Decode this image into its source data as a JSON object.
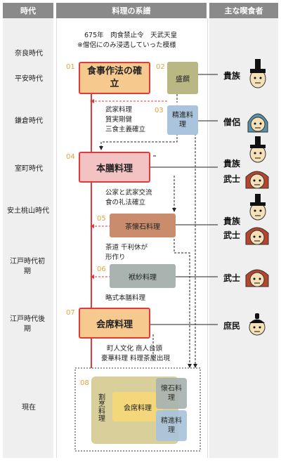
{
  "header": {
    "col1": "時代",
    "col2": "料理の系譜",
    "col3": "主な喫食者"
  },
  "eras": [
    "奈良時代",
    "平安時代",
    "鎌倉時代",
    "室町時代",
    "安土桃山時代",
    "江戸時代初期",
    "江戸時代後期",
    "現在"
  ],
  "top_note": {
    "line1": "675年　肉食禁止令　天武天皇",
    "line2": "※僧侶にのみ浸透していった模様"
  },
  "nodes": {
    "n01": {
      "num": "01",
      "label": "食事作法の確立"
    },
    "n02": {
      "num": "02",
      "label": "盛饌"
    },
    "n03": {
      "num": "03",
      "label": "精進料理"
    },
    "n04": {
      "num": "04",
      "label": "本膳料理"
    },
    "n05": {
      "num": "05",
      "label": "茶懐石料理"
    },
    "n06": {
      "num": "06",
      "label": "袱紗料理"
    },
    "n07": {
      "num": "07",
      "label": "会席料理"
    },
    "n08": {
      "num": "08",
      "label_outer": "割烹料理",
      "label_center": "会席料理",
      "label_kaiseki": "懐石料理",
      "label_shojin": "精進料理"
    }
  },
  "notes": {
    "kamakura": [
      "武家料理",
      "質実剛健",
      "三食主義確立"
    ],
    "muromachi": [
      "公家と武家交流",
      "食の礼法確立"
    ],
    "azuchi": [
      "茶道 千利休が",
      "形作り"
    ],
    "edo_early": "略式本膳料理",
    "edo_late": [
      "町人文化 商人台頭",
      "豪華料理 料理茶屋出現"
    ]
  },
  "eaters": {
    "heian": "貴族",
    "kamakura": "僧侶",
    "muromachi_1": "貴族",
    "muromachi_2": "武士",
    "azuchi_1": "貴族",
    "azuchi_2": "武士",
    "edo_early": "武士",
    "edo_late": "庶民"
  },
  "colors": {
    "red_line": "#e23a3a",
    "orange_box": "#f6c98e",
    "olive_box": "#b9b784",
    "blue_box": "#a9c4dc",
    "pink_box": "#f3c3c4",
    "brown_box": "#c98d6e",
    "grey_box": "#a9b3b0",
    "yellow_box": "#f4d77b",
    "header_bg": "#8a8a8a"
  }
}
